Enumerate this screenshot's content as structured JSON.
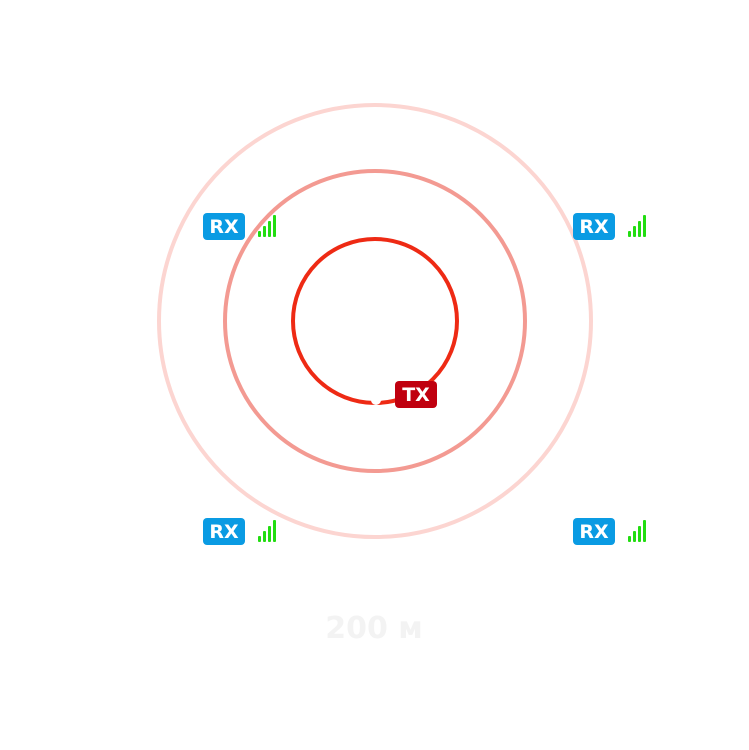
{
  "colors": {
    "background": "#ffffff",
    "ring_inner": "#ee2a14",
    "ring_middle": "#f39a92",
    "ring_outer": "#fcd5d1",
    "rx_badge": "#0a9be3",
    "tx_badge": "#c0000f",
    "signal_bars": "#22dd11",
    "distance_label": "#f3f3f3"
  },
  "transmitter": {
    "label": "TX",
    "icon": "transmitter-dot-icon"
  },
  "receivers": [
    {
      "label": "RX",
      "icon": "signal-strength-icon",
      "position": "top-left"
    },
    {
      "label": "RX",
      "icon": "signal-strength-icon",
      "position": "top-right"
    },
    {
      "label": "RX",
      "icon": "signal-strength-icon",
      "position": "bottom-left"
    },
    {
      "label": "RX",
      "icon": "signal-strength-icon",
      "position": "bottom-right"
    }
  ],
  "distance": {
    "label": "200 м"
  }
}
